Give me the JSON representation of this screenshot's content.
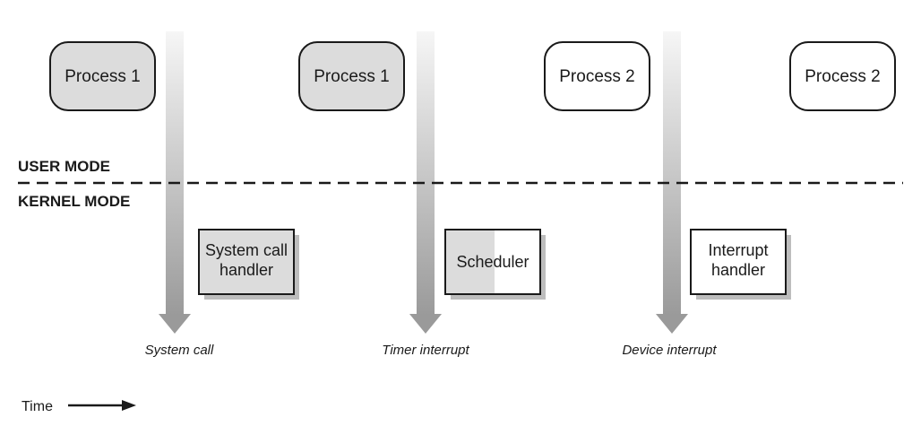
{
  "processes": [
    {
      "label": "Process 1",
      "active": true
    },
    {
      "label": "Process 1",
      "active": true
    },
    {
      "label": "Process 2",
      "active": false
    },
    {
      "label": "Process 2",
      "active": false
    }
  ],
  "modes": {
    "user": "USER MODE",
    "kernel": "KERNEL MODE"
  },
  "handlers": [
    {
      "lines": [
        "System call",
        "handler"
      ],
      "fill": "full"
    },
    {
      "lines": [
        "Scheduler"
      ],
      "fill": "partial"
    },
    {
      "lines": [
        "Interrupt",
        "handler"
      ],
      "fill": "none"
    }
  ],
  "events": [
    "System call",
    "Timer interrupt",
    "Device interrupt"
  ],
  "time_label": "Time",
  "colors": {
    "active_fill": "#dcdcdc",
    "inactive_fill": "#ffffff",
    "stroke": "#1a1a1a",
    "arrow_top": "#f6f6f6",
    "arrow_bottom": "#9a9a9a"
  }
}
